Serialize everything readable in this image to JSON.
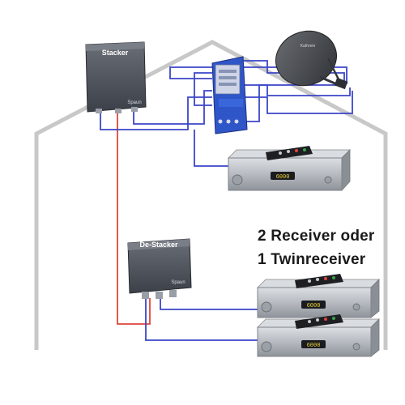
{
  "devices": {
    "stacker_label": "Stacker",
    "destacker_label": "De-Stacker",
    "dish_brand": "Kathrein",
    "receiver_display": "6000",
    "stacker_brand": "Spaun",
    "destacker_brand": "Spaun"
  },
  "caption": {
    "line1": "2 Receiver oder",
    "line2": "1 Twinreceiver"
  },
  "colors": {
    "house_outline": "#c8c8c8",
    "cable_blue": "#3b46c8",
    "cable_red": "#e0463c",
    "device_dark": "#4a4e56",
    "multiswitch_blue": "#2f56c8",
    "receiver_silver": "#bfc3c8"
  }
}
